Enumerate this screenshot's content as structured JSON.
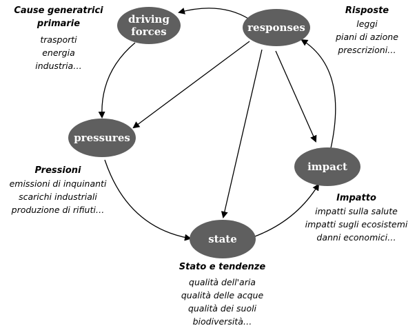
{
  "nodes": {
    "driving_forces": {
      "line1": "driving",
      "line2": "forces"
    },
    "responses": {
      "label": "responses"
    },
    "pressures": {
      "label": "pressures"
    },
    "impact": {
      "label": "impact"
    },
    "state": {
      "label": "state"
    }
  },
  "captions": {
    "driving_forces": {
      "title_line1": "Cause generatrici",
      "title_line2": "primarie",
      "items": [
        "trasporti",
        "energia",
        "industria…"
      ]
    },
    "responses": {
      "title": "Risposte",
      "items": [
        "leggi",
        "piani di azione",
        "prescrizioni…"
      ]
    },
    "pressures": {
      "title": "Pressioni",
      "items": [
        "emissioni di inquinanti",
        "scarichi industriali",
        "produzione di rifiuti…"
      ]
    },
    "impact": {
      "title": "Impatto",
      "items": [
        "impatti sulla salute",
        "impatti sugli ecosistemi",
        "danni economici…"
      ]
    },
    "state": {
      "title": "Stato e tendenze",
      "items": [
        "qualità dell'aria",
        "qualità delle acque",
        "qualità dei suoli",
        "biodiversità…"
      ]
    }
  },
  "colors": {
    "node_fill": "#5f5f5f",
    "node_text": "#ffffff",
    "arrow": "#000000"
  }
}
